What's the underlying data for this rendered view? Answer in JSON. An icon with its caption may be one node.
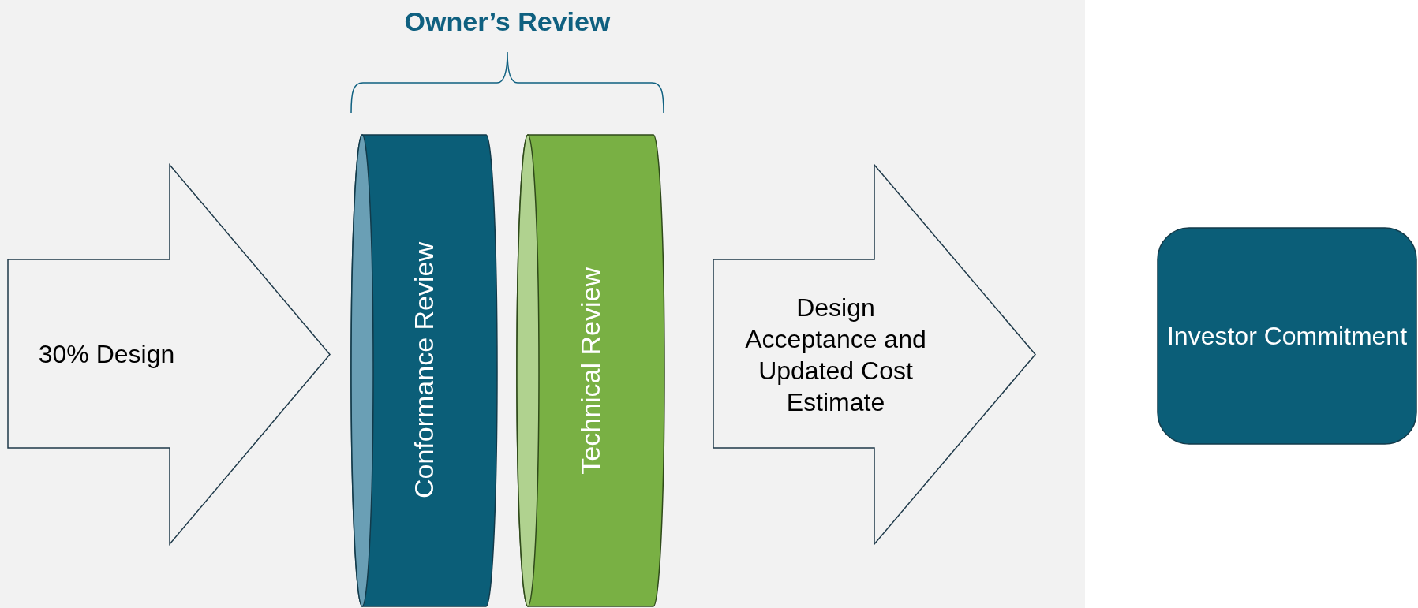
{
  "diagram": {
    "nodes": [
      {
        "text": [
          "30% Design"
        ]
      },
      {
        "text": [
          "Conformance Review"
        ]
      },
      {
        "text": [
          "Technical Review"
        ]
      },
      {
        "text": [
          "Design Acceptance and Updated Cost Estimate"
        ]
      },
      {
        "text": [
          "Investor Commitment"
        ]
      }
    ],
    "labels": [
      "Owner’s Review"
    ]
  }
}
